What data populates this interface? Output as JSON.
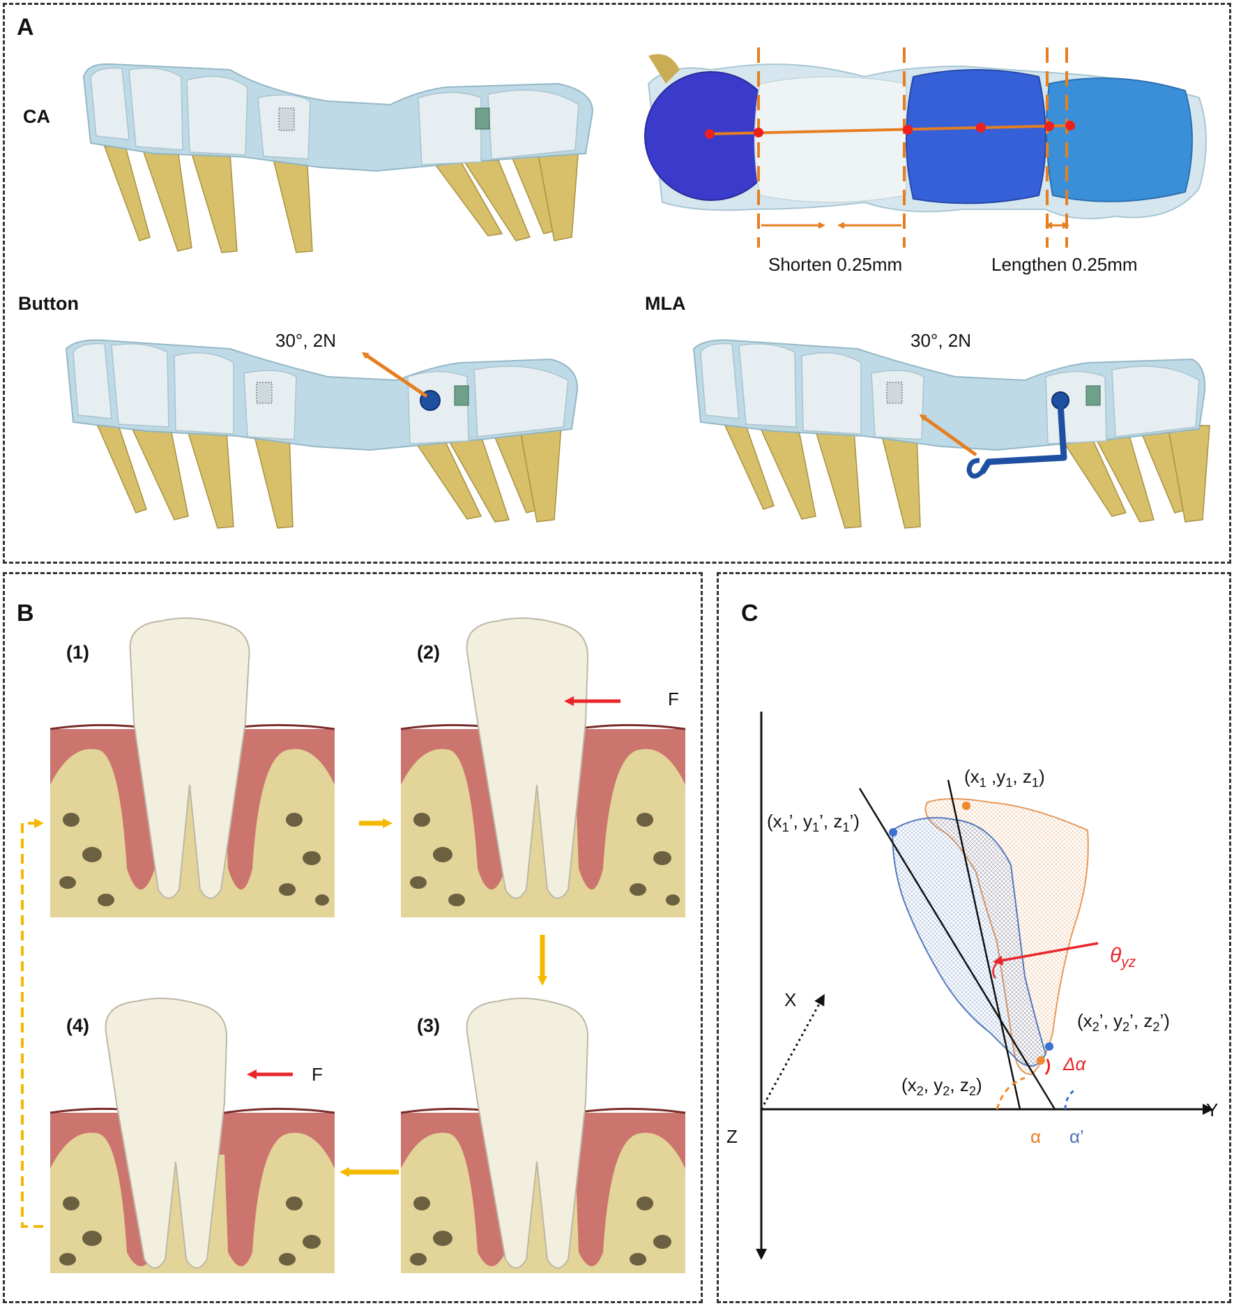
{
  "panel_a": {
    "letter": "A",
    "ca_label": "CA",
    "button_label": "Button",
    "mla_label": "MLA",
    "shorten_label": "Shorten 0.25mm",
    "lengthen_label": "Lengthen 0.25mm",
    "button_force": "30°, 2N",
    "mla_force": "30°, 2N"
  },
  "panel_b": {
    "letter": "B",
    "steps": [
      "(1)",
      "(2)",
      "(3)",
      "(4)"
    ],
    "force_label_2": "F",
    "force_label_4": "F"
  },
  "panel_c": {
    "letter": "C",
    "axis_x": "X",
    "axis_y": "Y",
    "axis_z": "Z",
    "p1": {
      "pre": "(x",
      "s1": "1",
      "mid1": " ,y",
      "s2": "1",
      "mid2": ", z",
      "s3": "1",
      "post": ")"
    },
    "p1p": {
      "pre": "(x",
      "s1": "1",
      "mid1": "’, y",
      "s2": "1",
      "mid2": "’, z",
      "s3": "1",
      "post": "’)"
    },
    "p2": {
      "pre": "(x",
      "s1": "2",
      "mid1": ", y",
      "s2": "2",
      "mid2": ", z",
      "s3": "2",
      "post": ")"
    },
    "p2p": {
      "pre": "(x",
      "s1": "2",
      "mid1": "’, y",
      "s2": "2",
      "mid2": "’, z",
      "s3": "2",
      "post": "’)"
    },
    "theta": "θ",
    "theta_sub": "yz",
    "delta_alpha": "Δα",
    "alpha": "α",
    "alpha_prime": "α’"
  },
  "colors": {
    "orange": "#e67e22",
    "red": "#e8262a",
    "gold": "#f5b800",
    "gum": "#c96a6a",
    "bone": "#e3d49a",
    "blue_tooth": "#2f5fd9",
    "aligner": "#bcd9e6"
  }
}
